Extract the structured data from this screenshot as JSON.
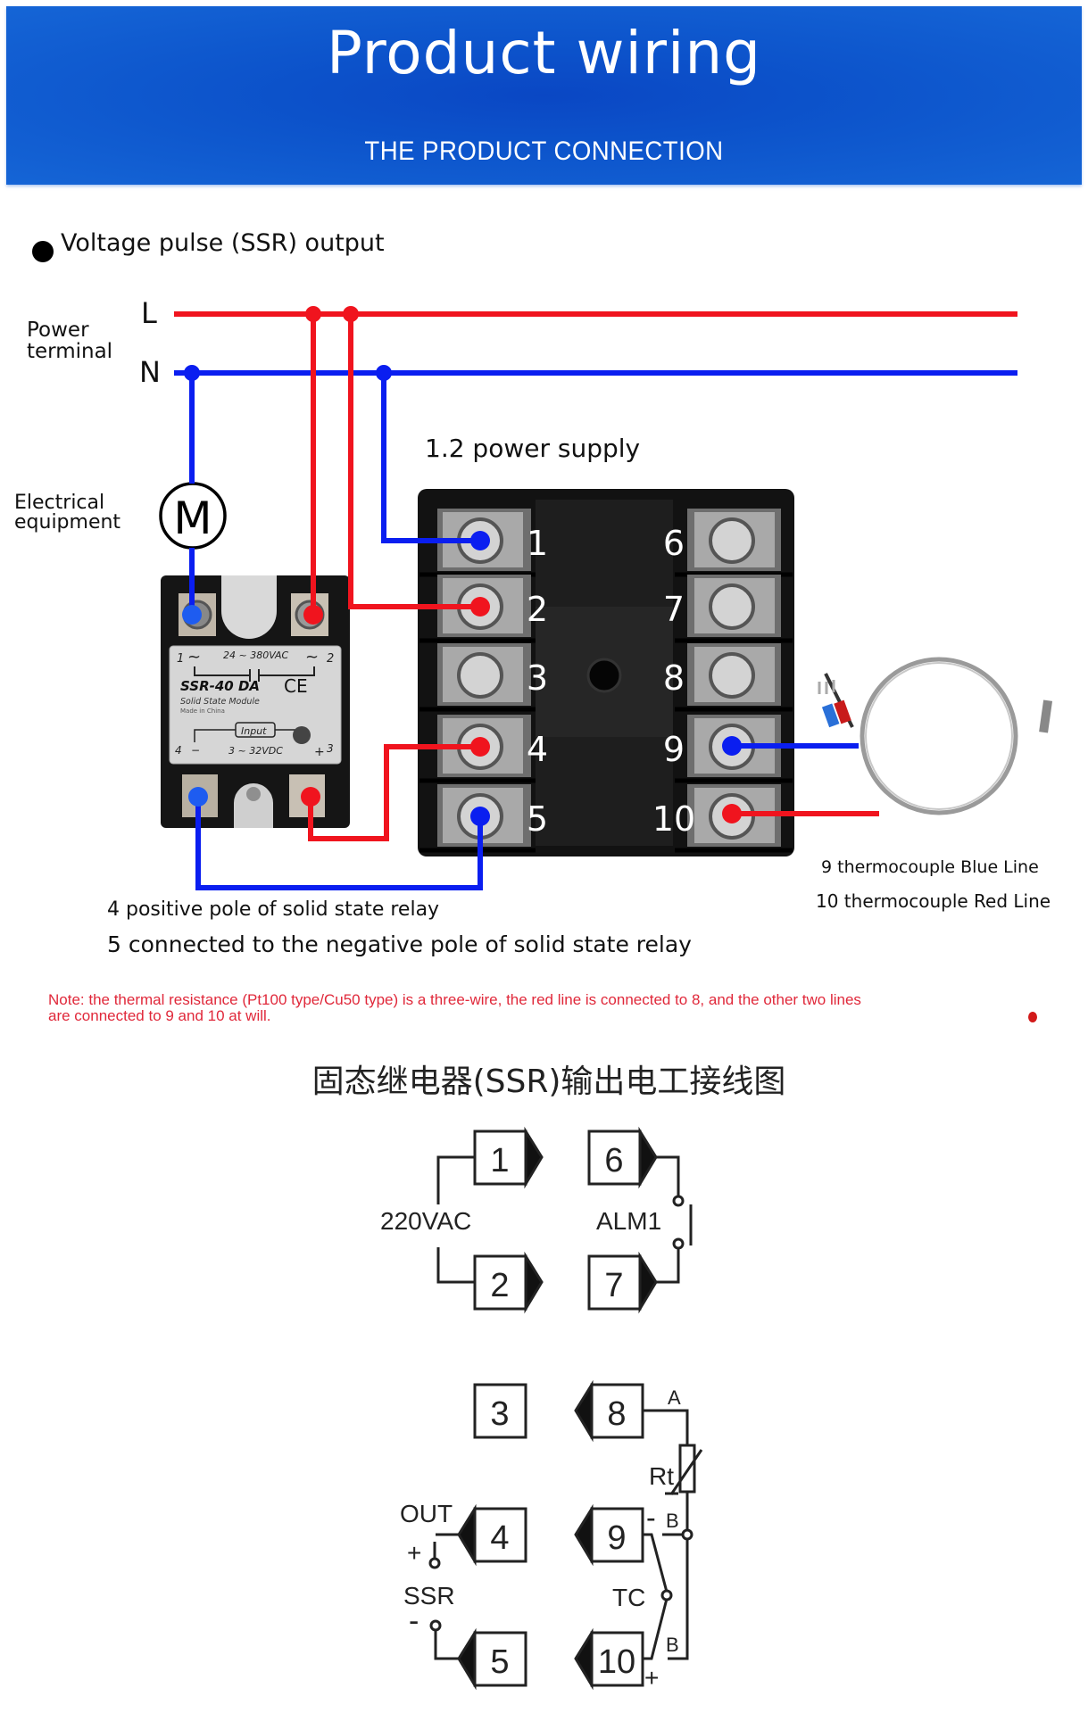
{
  "header": {
    "title": "Product wiring",
    "subtitle": "THE PRODUCT CONNECTION",
    "background_color": "#0d55cc"
  },
  "section_heading": "Voltage pulse (SSR) output",
  "power": {
    "label_line1": "Power",
    "label_line2": "terminal",
    "live": "L",
    "neutral": "N",
    "live_color": "#f0141e",
    "neutral_color": "#0a1ef0"
  },
  "load": {
    "label_line1": "Electrical",
    "label_line2": "equipment",
    "symbol": "M"
  },
  "supply_label": "1.2 power supply",
  "ssr": {
    "model": "SSR-40 DA",
    "description": "Solid State Module",
    "made_in": "Made in China",
    "output_rating": "24 ~ 380VAC",
    "input_label": "Input",
    "input_rating": "3 ~ 32VDC",
    "ce_mark": "CE",
    "terminals": [
      "1",
      "2",
      "3",
      "4"
    ],
    "tilde": "~",
    "plus": "+",
    "minus": "−"
  },
  "terminal_block": {
    "left": [
      "1",
      "2",
      "3",
      "4",
      "5"
    ],
    "right": [
      "6",
      "7",
      "8",
      "9",
      "10"
    ]
  },
  "thermocouple": {
    "blue_label": "9 thermocouple Blue Line",
    "red_label": "10 thermocouple Red Line"
  },
  "captions": {
    "positive": "4 positive pole of solid state relay",
    "negative": "5 connected to the negative pole of solid state relay"
  },
  "note": {
    "line1": "Note: the thermal resistance (Pt100 type/Cu50 type) is a three-wire, the red line is connected to 8, and the other two lines",
    "line2": "are connected to 9 and 10 at will."
  },
  "schematic": {
    "title": "固态继电器(SSR)输出电工接线图",
    "terminals": [
      "1",
      "2",
      "3",
      "4",
      "5",
      "6",
      "7",
      "8",
      "9",
      "10"
    ],
    "supply": "220VAC",
    "alarm": "ALM1",
    "out": "OUT",
    "ssr": "SSR",
    "plus": "+",
    "minus": "-",
    "rt": "Rt",
    "tc": "TC",
    "a": "A",
    "b": "B"
  }
}
